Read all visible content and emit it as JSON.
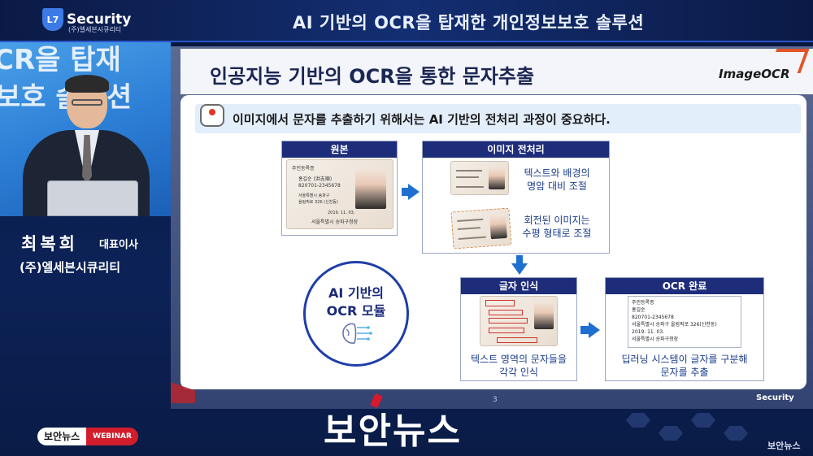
{
  "header": {
    "brand_name": "Security",
    "brand_mark": "L7",
    "brand_sub": "(주)엘세븐시큐리티",
    "headline": "AI 기반의 OCR을 탑재한 개인정보보호 솔루션"
  },
  "speaker": {
    "bg_line1": "CR을 탑재",
    "bg_line2": "보호 솔루션",
    "name": "최복희",
    "title": "대표이사",
    "org": "(주)엘세븐시큐리티"
  },
  "slide": {
    "title": "인공지능 기반의 OCR을 통한 문자추출",
    "logo": "ImageOCR",
    "key_message": "이미지에서 문자를 추출하기 위해서는 AI 기반의 전처리 과정이 중요하다.",
    "box_original": "원본",
    "box_preprocess": "이미지 전처리",
    "preprocess_desc1": "텍스트와 배경의\n명암 대비 조절",
    "preprocess_desc2": "회전된 이미지는\n수평 형태로 조절",
    "box_recognition": "글자 인식",
    "recognition_desc": "텍스트 영역의 문자들을\n각각 인식",
    "box_complete": "OCR 완료",
    "complete_desc": "딥러닝 시스템이 글자를 구분해\n문자를 추출",
    "ai_module_line1": "AI 기반의",
    "ai_module_line2": "OCR 모듈",
    "card_label": "주민등록증",
    "card_name": "홍길순 (洪吉順)",
    "card_number": "820701-2345678",
    "card_addr1": "서울특별시 송파구",
    "card_addr2": "올림픽로 326 (신천동)",
    "card_date": "2019. 11. 03.",
    "card_issuer": "서울특별시 송파구청장",
    "ocr_result": [
      "주민등록증",
      "홍길순",
      "820701-2345678",
      "서울특별시 송파구 올림픽로 326(신천동)",
      "2019. 11. 03.",
      "서울특별시 송파구청장"
    ],
    "page_number": "3",
    "footer_logo": "Security"
  },
  "footer": {
    "watermark": "보안뉴스",
    "badge_left": "보안뉴스",
    "badge_right": "WEBINAR",
    "corner": "보안뉴스"
  },
  "colors": {
    "accent_blue": "#1f6fd1",
    "header_navy": "#1e2d7a",
    "brand_red": "#d21d2c"
  }
}
